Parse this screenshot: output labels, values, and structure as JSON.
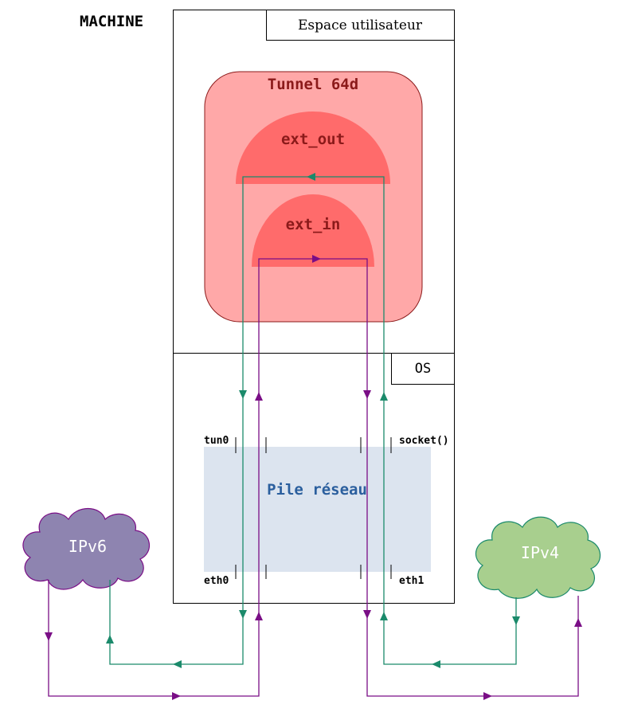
{
  "machine_label": "MACHINE",
  "user_space_label": "Espace utilisateur",
  "os_label": "OS",
  "tunnel": {
    "title": "Tunnel 64d",
    "ext_out": "ext_out",
    "ext_in": "ext_in"
  },
  "stack_label": "Pile réseau",
  "interfaces": {
    "tun0": "tun0",
    "socket": "socket()",
    "eth0": "eth0",
    "eth1": "eth1"
  },
  "clouds": {
    "ipv6": "IPv6",
    "ipv4": "IPv4"
  },
  "colors": {
    "tunnel_fill": "#ffa8a8",
    "tunnel_stroke": "#8b1a1a",
    "half_disc": "#ff6b6b",
    "red_text": "#8b1a1a",
    "stack_fill": "#dce4ef",
    "stack_text": "#2b5f9e",
    "ipv6_fill": "#8e84b0",
    "ipv6_stroke": "#7a0e86",
    "ipv4_fill": "#a8cf8e",
    "ipv4_stroke": "#1b8a6b",
    "green": "#1b8a6b",
    "purple": "#7a0e86"
  }
}
